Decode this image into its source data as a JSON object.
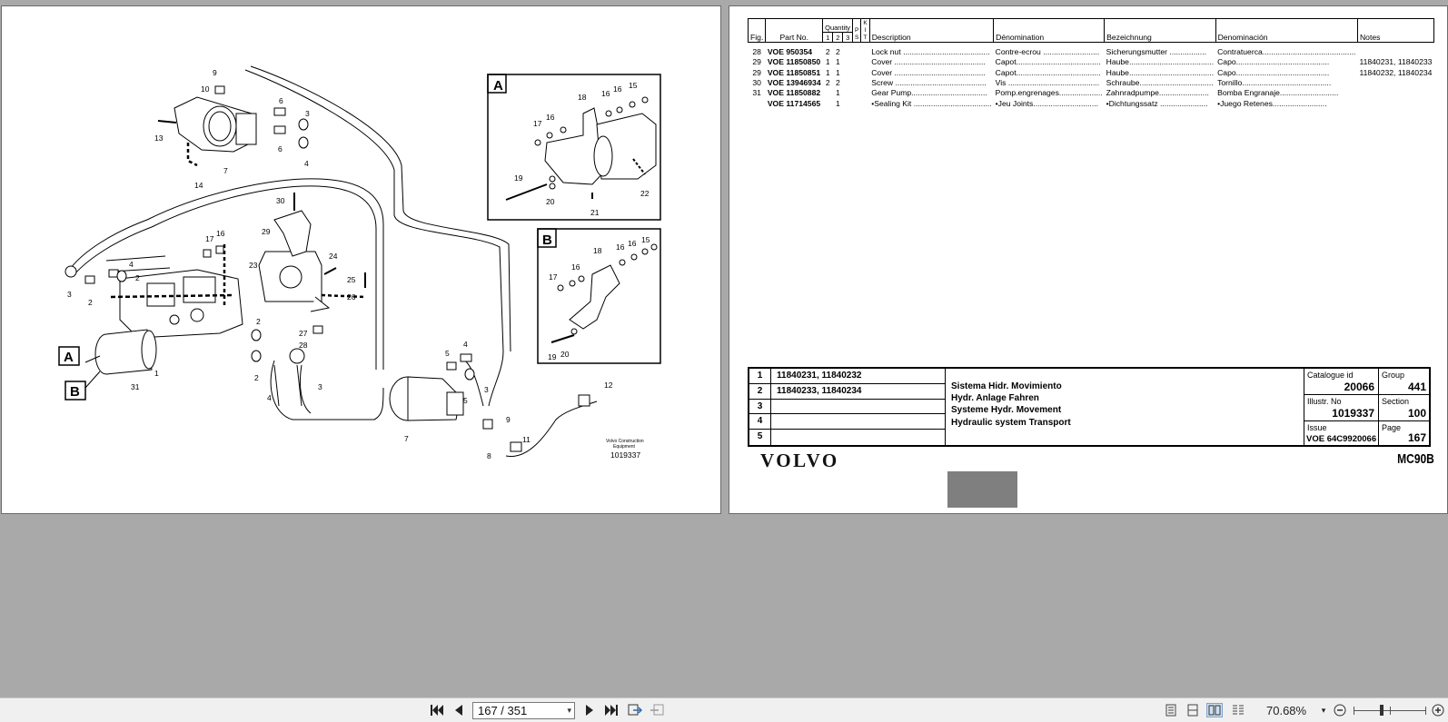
{
  "parts_table": {
    "headers": {
      "fig": "Fig.",
      "part_no": "Part No.",
      "quantity": "Quantity",
      "q1": "1",
      "q2": "2",
      "q3": "3",
      "ps": "P S",
      "kit": "K I T",
      "description": "Description",
      "denomination": "Dénomination",
      "bezeichnung": "Bezeichnung",
      "denominacion": "Denominación",
      "notes": "Notes"
    },
    "rows": [
      {
        "fig": "28",
        "part_no": "VOE 950354",
        "q1": "2",
        "q2": "2",
        "q3": "",
        "description": "Lock nut ........................................",
        "denomination": "Contre-ecrou ..........................",
        "bezeichnung": "Sicherungsmutter .................",
        "denominacion": "Contratuerca...........................................",
        "notes": ""
      },
      {
        "fig": "29",
        "part_no": "VOE 11850850",
        "q1": "1",
        "q2": "1",
        "q3": "",
        "description": "Cover ..........................................",
        "denomination": "Capot.......................................",
        "bezeichnung": "Haube.......................................",
        "denominacion": "Capo...........................................",
        "notes": "11840231, 11840233"
      },
      {
        "fig": "29",
        "part_no": "VOE 11850851",
        "q1": "1",
        "q2": "1",
        "q3": "",
        "description": "Cover ..........................................",
        "denomination": "Capot.......................................",
        "bezeichnung": "Haube.......................................",
        "denominacion": "Capo...........................................",
        "notes": "11840232, 11840234"
      },
      {
        "fig": "30",
        "part_no": "VOE 13946934",
        "q1": "2",
        "q2": "2",
        "q3": "",
        "description": "Screw ..........................................",
        "denomination": "Vis ..........................................",
        "bezeichnung": "Schraube..................................",
        "denominacion": "Tornillo.........................................",
        "notes": ""
      },
      {
        "fig": "31",
        "part_no": "VOE 11850882",
        "q1": "",
        "q2": "1",
        "q3": "",
        "description": "Gear Pump...................................",
        "denomination": "Pomp.engrenages....................",
        "bezeichnung": "Zahnradpumpe.......................",
        "denominacion": "Bomba Engranaje...........................",
        "notes": ""
      },
      {
        "fig": "",
        "part_no": "VOE 11714565",
        "q1": "",
        "q2": "1",
        "q3": "",
        "description": "•Sealing Kit ....................................",
        "denomination": "•Jeu Joints..............................",
        "bezeichnung": "•Dichtungssatz ......................",
        "denominacion": "•Juego Retenes.........................",
        "notes": ""
      }
    ]
  },
  "title_block": {
    "variants": [
      {
        "n": "1",
        "value": "11840231, 11840232"
      },
      {
        "n": "2",
        "value": "11840233, 11840234"
      },
      {
        "n": "3",
        "value": ""
      },
      {
        "n": "4",
        "value": ""
      },
      {
        "n": "5",
        "value": ""
      }
    ],
    "titles": [
      "Sistema Hidr. Movimiento",
      "Hydr. Anlage Fahren",
      "Systeme Hydr. Movement",
      "Hydraulic system Transport"
    ],
    "catalogue_label": "Catalogue id",
    "catalogue_value": "20066",
    "group_label": "Group",
    "group_value": "441",
    "illustr_label": "Illustr. No",
    "illustr_value": "1019337",
    "section_label": "Section",
    "section_value": "100",
    "issue_label": "Issue",
    "issue_value": "VOE 64C9920066",
    "page_label": "Page",
    "page_value": "167"
  },
  "brand": {
    "logo": "VOLVO",
    "model": "MC90B"
  },
  "diagram": {
    "ref_line1": "Volvo Construction",
    "ref_line2": "Equipment",
    "ref_number": "1019337",
    "box_a_label": "A",
    "box_b_label": "B",
    "callouts": {
      "c9a": "9",
      "c10": "10",
      "c13": "13",
      "c6a": "6",
      "c6b": "6",
      "c3a": "3",
      "c4a": "4",
      "c7a": "7",
      "c14": "14",
      "c30": "30",
      "c29": "29",
      "c17a": "17",
      "c16a": "16",
      "c24": "24",
      "c23": "23",
      "c25": "25",
      "c26": "26",
      "c27": "27",
      "c28": "28",
      "c4b": "4",
      "c2a": "2",
      "c3b": "3",
      "c2b": "2",
      "cA": "A",
      "cB": "B",
      "c31": "31",
      "c1": "1",
      "c2c": "2",
      "c2d": "2",
      "c4c": "4",
      "c3c": "3",
      "c5a": "5",
      "c4d": "4",
      "c5b": "5",
      "c3d": "3",
      "c7b": "7",
      "c9b": "9",
      "c8": "8",
      "c11": "11",
      "c12": "12",
      "a18": "18",
      "a16a": "16",
      "a16b": "16",
      "a16c": "16",
      "a15": "15",
      "a17": "17",
      "a19": "19",
      "a20": "20",
      "a21": "21",
      "a22": "22",
      "b18": "18",
      "b16a": "16",
      "b16b": "16",
      "b16c": "16",
      "b15": "15",
      "b17": "17",
      "b19": "19",
      "b20": "20"
    }
  },
  "toolbar": {
    "page_value": "167 / 351",
    "zoom": "70.68%"
  }
}
